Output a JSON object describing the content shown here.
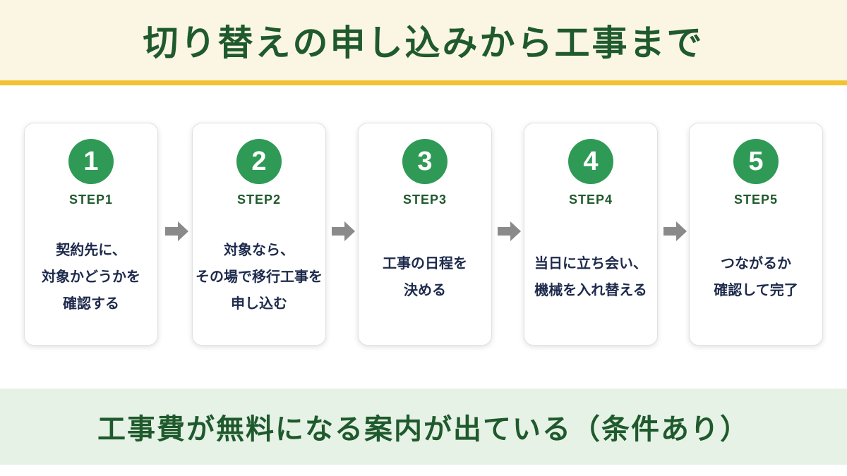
{
  "header": {
    "title": "切り替えの申し込みから工事まで"
  },
  "steps": [
    {
      "number": "1",
      "label": "STEP1",
      "lines": [
        "契約先に、",
        "対象かどうかを",
        "確認する"
      ]
    },
    {
      "number": "2",
      "label": "STEP2",
      "lines": [
        "対象なら、",
        "その場で移行工事を",
        "申し込む"
      ]
    },
    {
      "number": "3",
      "label": "STEP3",
      "lines": [
        "工事の日程を",
        "決める"
      ]
    },
    {
      "number": "4",
      "label": "STEP4",
      "lines": [
        "当日に立ち会い、",
        "機械を入れ替える"
      ]
    },
    {
      "number": "5",
      "label": "STEP5",
      "lines": [
        "つながるか",
        "確認して完了"
      ]
    }
  ],
  "footer": {
    "text": "工事費が無料になる案内が出ている（条件あり）"
  },
  "colors": {
    "header_bg": "#fbf5e4",
    "header_rule": "#f2c230",
    "title": "#1f5a2c",
    "step_circle": "#2f9a55",
    "step_text": "#1d2a4c",
    "arrow": "#8a8a8a",
    "footer_bg": "#e7f2e7"
  }
}
